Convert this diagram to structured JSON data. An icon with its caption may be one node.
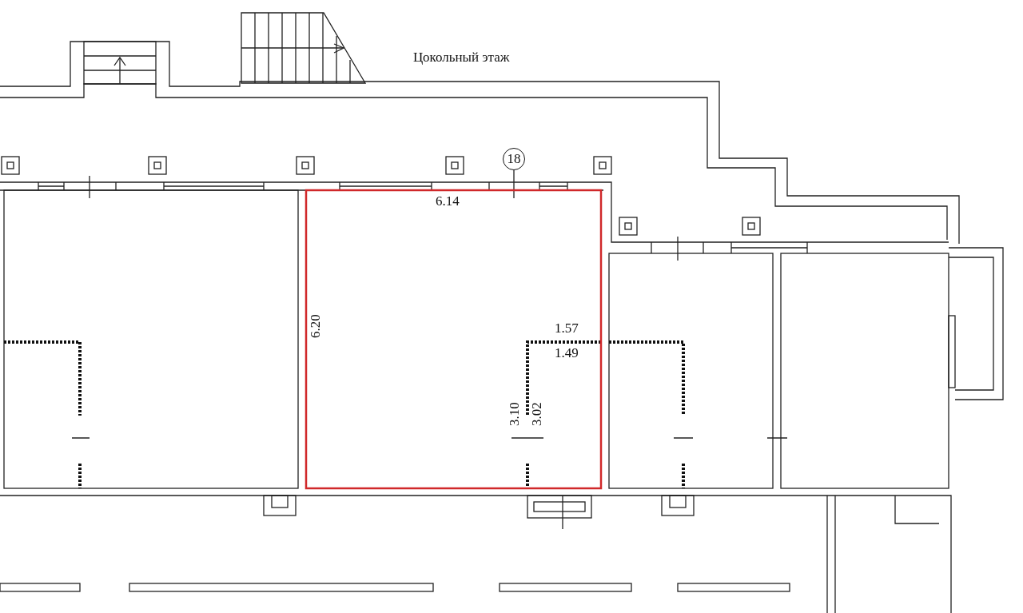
{
  "diagram": {
    "title": "Цокольный этаж",
    "nodes": [
      {
        "text": [
          "18"
        ]
      }
    ],
    "labels": [
      "6.14",
      "6.20",
      "1.57",
      "1.49",
      "3.10",
      "3.02"
    ]
  }
}
